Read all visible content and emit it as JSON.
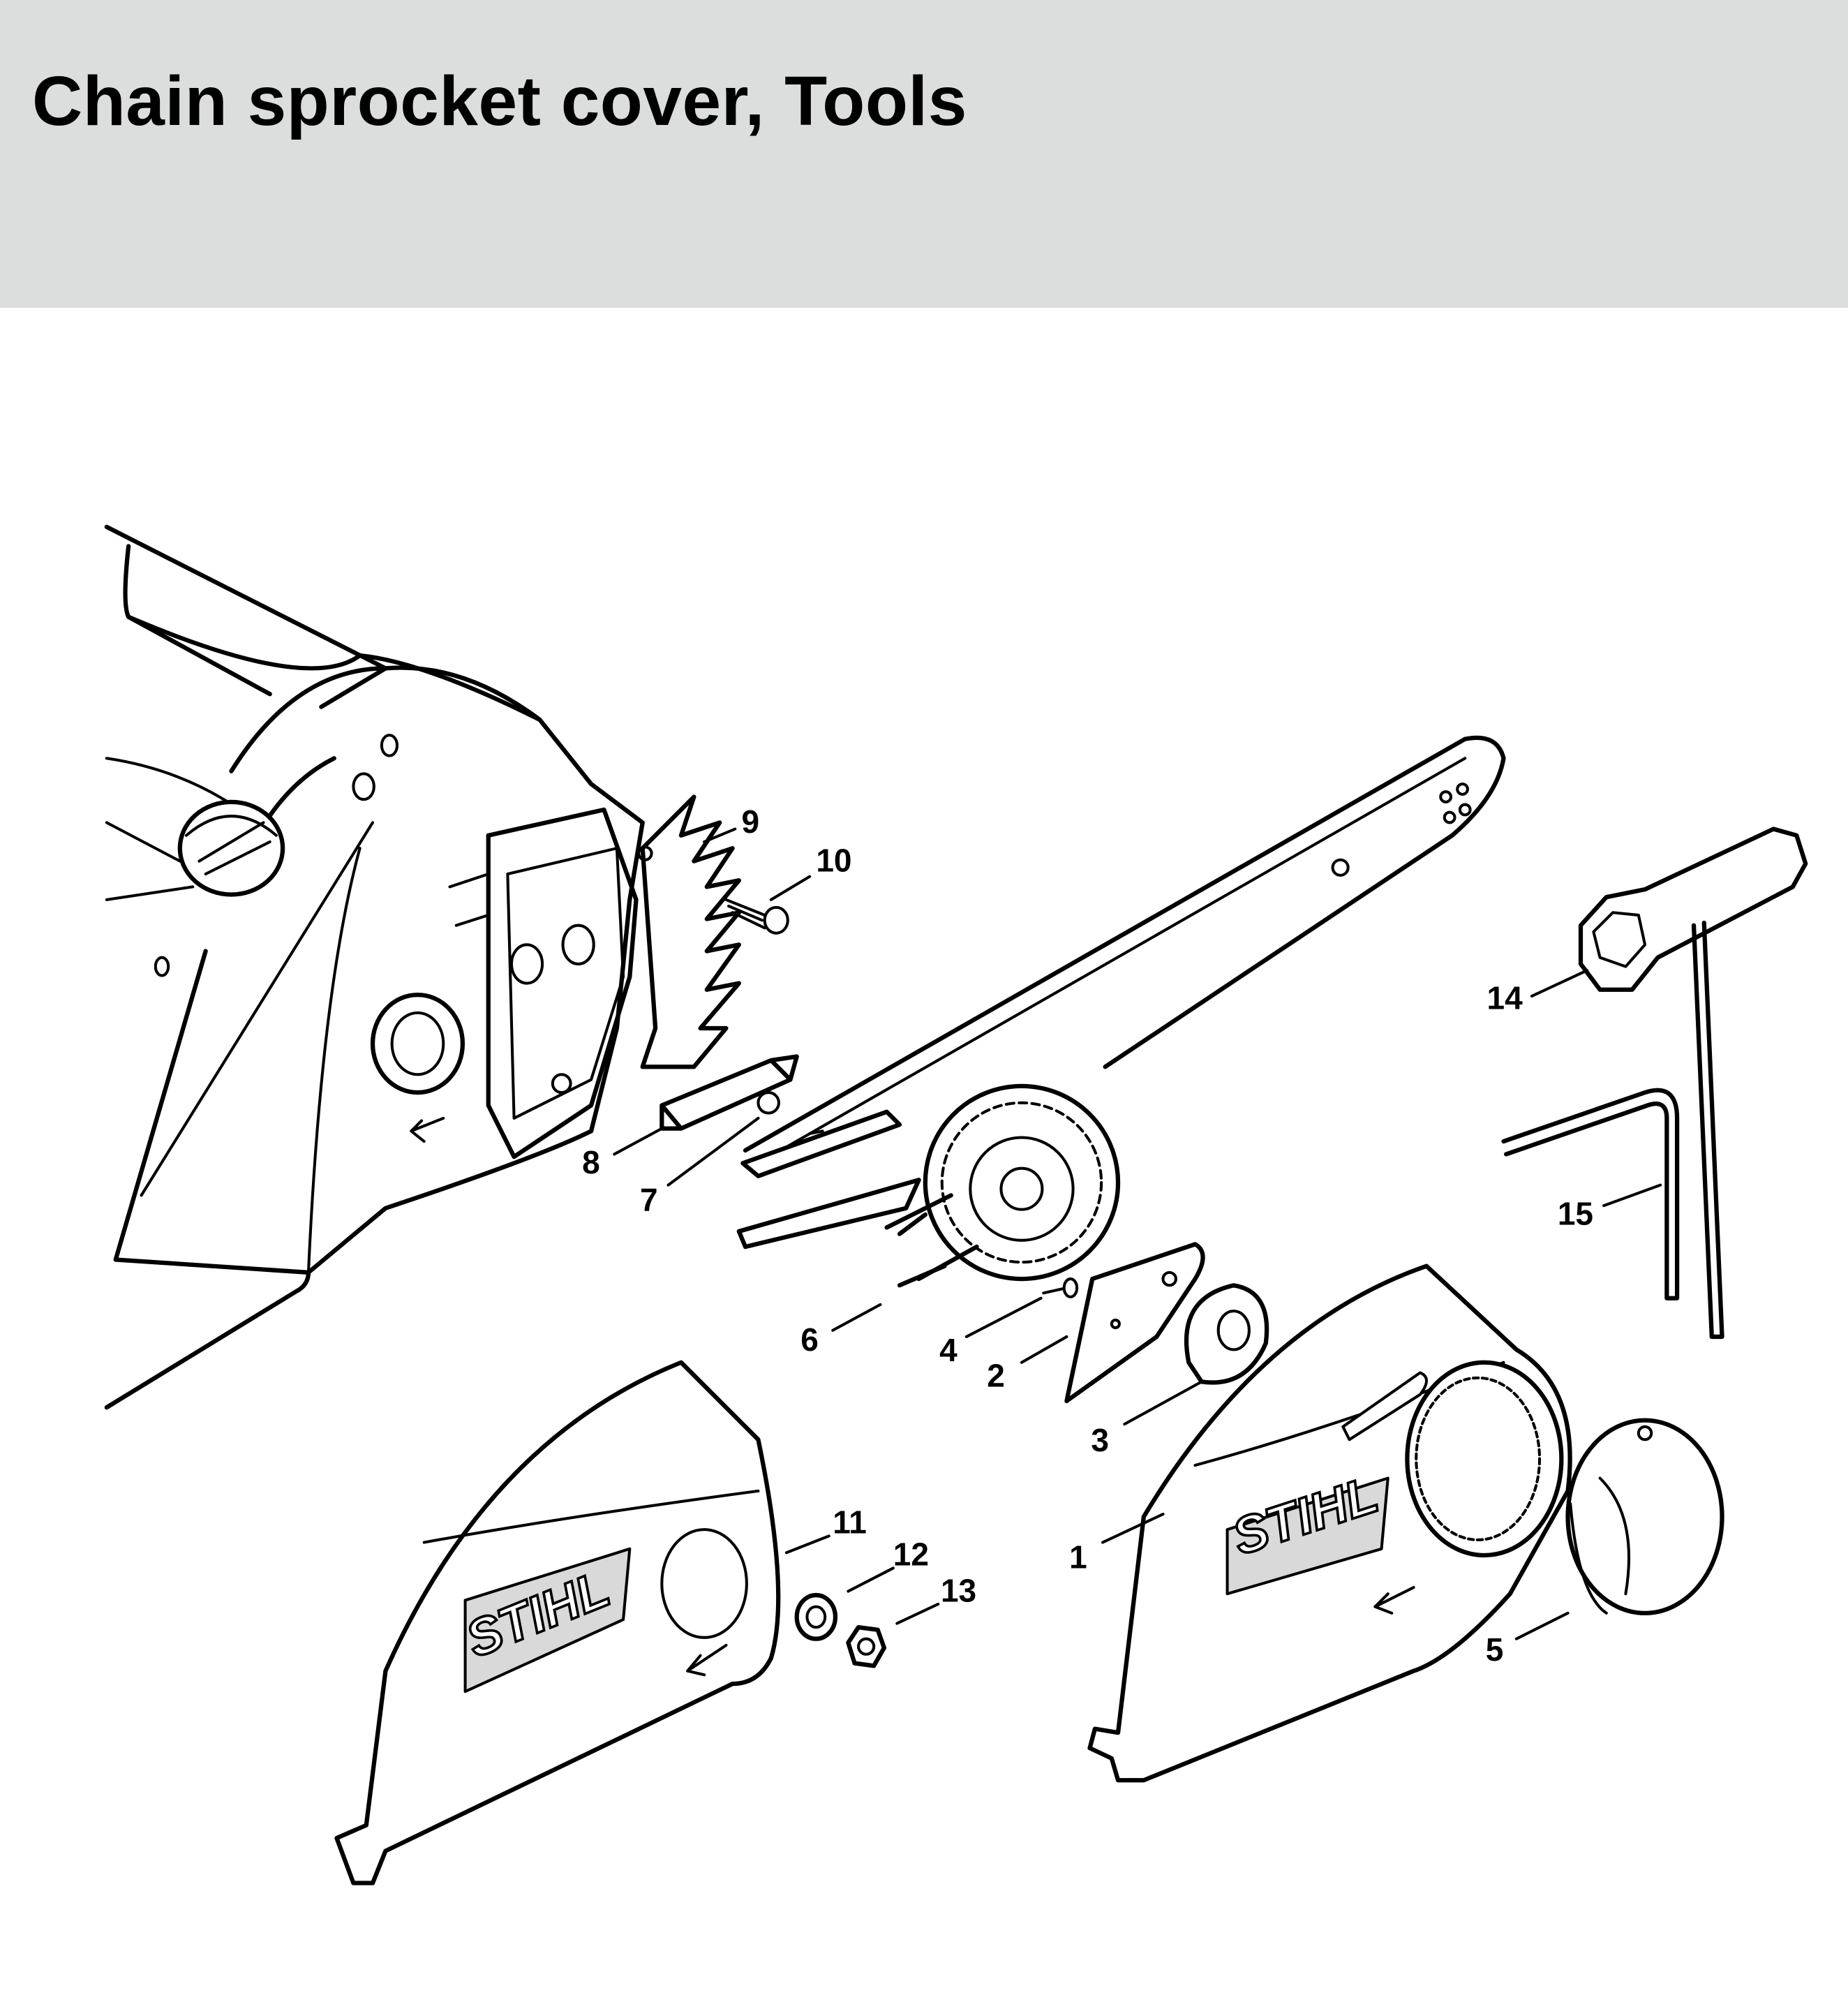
{
  "header": {
    "title": "Chain sprocket cover, Tools"
  },
  "diagram": {
    "brand_logo": "STIHL",
    "callouts": [
      {
        "id": "1",
        "part": "chain-sprocket-cover"
      },
      {
        "id": "2",
        "part": "plate"
      },
      {
        "id": "3",
        "part": "knob"
      },
      {
        "id": "4",
        "part": "screw"
      },
      {
        "id": "5",
        "part": "cap"
      },
      {
        "id": "6",
        "part": "tensioner-wheel"
      },
      {
        "id": "7",
        "part": "screw"
      },
      {
        "id": "8",
        "part": "guide"
      },
      {
        "id": "9",
        "part": "spiked-bumper"
      },
      {
        "id": "10",
        "part": "screw"
      },
      {
        "id": "11",
        "part": "chain-sprocket-cover"
      },
      {
        "id": "12",
        "part": "sleeve"
      },
      {
        "id": "13",
        "part": "nut"
      },
      {
        "id": "14",
        "part": "combination-wrench"
      },
      {
        "id": "15",
        "part": "screwdriver"
      }
    ]
  }
}
